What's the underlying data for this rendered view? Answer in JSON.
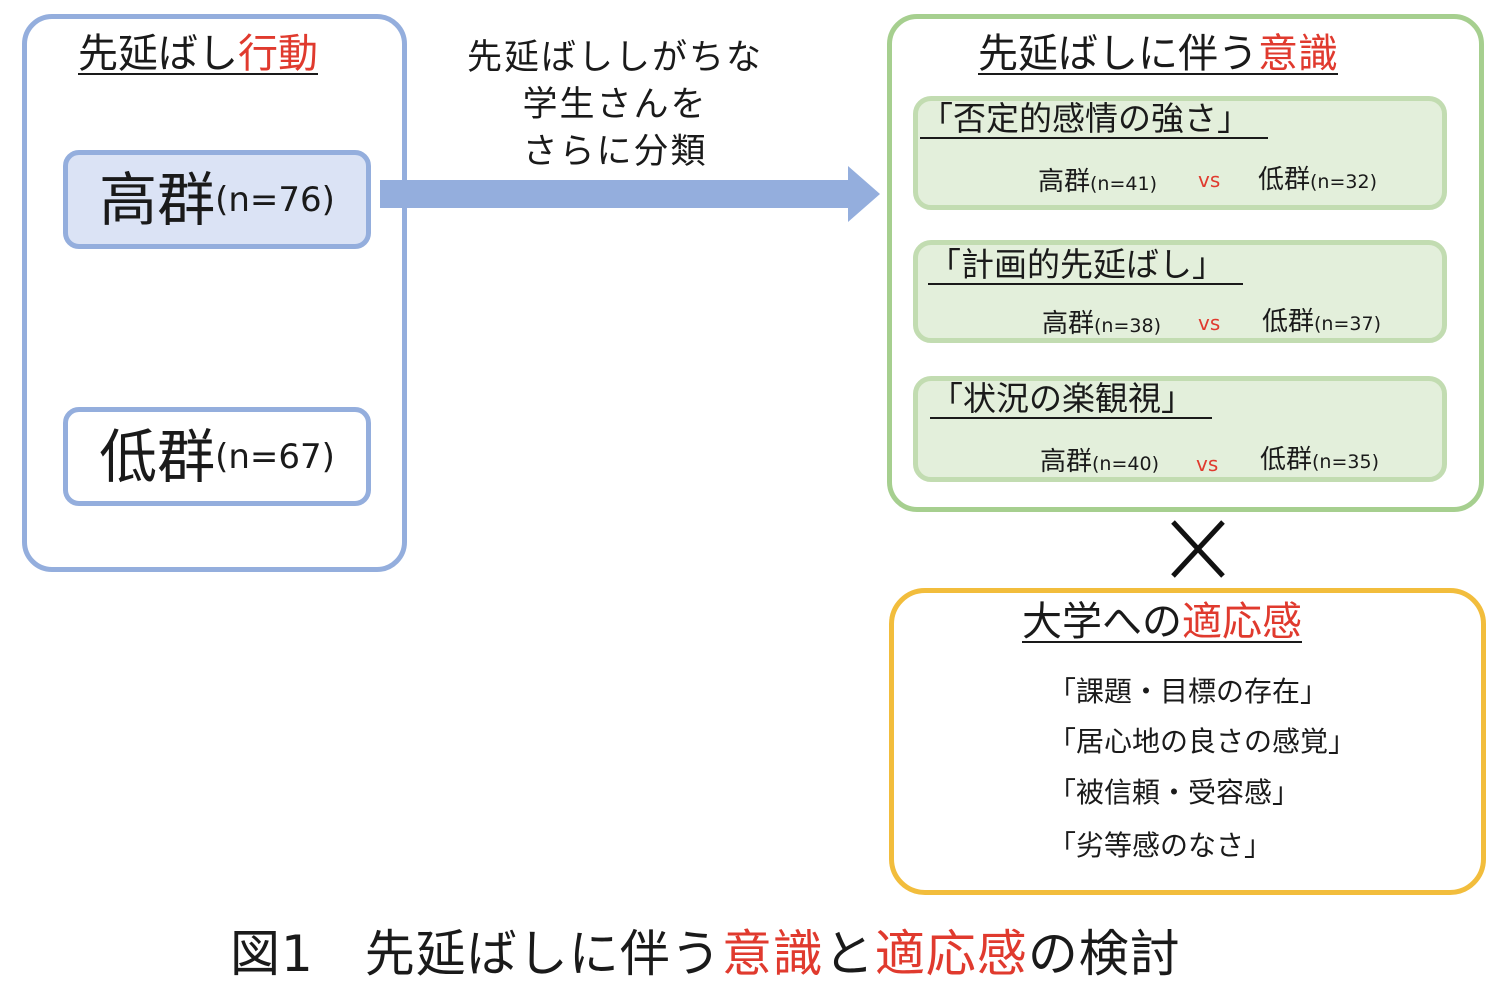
{
  "left": {
    "heading_a": "先延ばし",
    "heading_b": "行動",
    "high_label": "高群",
    "high_n": "(n=76)",
    "low_label": "低群",
    "low_n": "(n=67)"
  },
  "arrow_label": [
    "先延ばししがちな",
    "学生さんを",
    "さらに分類"
  ],
  "awareness": {
    "heading_a": "先延ばしに伴う",
    "heading_b": "意識",
    "vs": "vs",
    "factors": [
      {
        "title": "「否定的感情の強さ」",
        "high": "高群",
        "high_n": "(n=41)",
        "low": "低群",
        "low_n": "(n=32)"
      },
      {
        "title": "「計画的先延ばし」",
        "high": "高群",
        "high_n": "(n=38)",
        "low": "低群",
        "low_n": "(n=37)"
      },
      {
        "title": "「状況の楽観視」",
        "high": "高群",
        "high_n": "(n=40)",
        "low": "低群",
        "low_n": "(n=35)"
      }
    ]
  },
  "adaptation": {
    "heading_a": "大学への",
    "heading_b": "適応感",
    "items": [
      "「課題・目標の存在」",
      "「居心地の良さの感覚」",
      "「被信頼・受容感」",
      "「劣等感のなさ」"
    ]
  },
  "caption": {
    "prefix": "図1　先延ばしに伴う",
    "red1": "意識",
    "mid": "と",
    "red2": "適応感",
    "suffix": "の検討"
  },
  "colors": {
    "blue_border": "#94aedd",
    "blue_fill": "#dbe3f5",
    "green_border": "#a6cf8f",
    "green_fill": "#e3efdb",
    "yellow_border": "#f2bd3c",
    "accent_red": "#e03a2e"
  },
  "icons": {
    "combine": "cross-icon",
    "flow": "arrow-right-icon"
  }
}
